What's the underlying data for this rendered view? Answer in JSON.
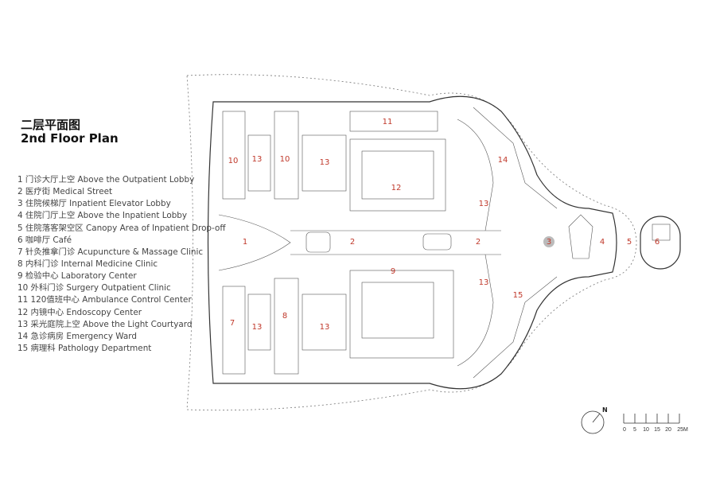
{
  "title": {
    "cn": "二层平面图",
    "en": "2nd Floor Plan"
  },
  "legend": [
    "1 门诊大厅上空 Above the Outpatient Lobby",
    "2 医疗街 Medical Street",
    "3 住院候梯厅 Inpatient Elevator Lobby",
    "4 住院门厅上空 Above the Inpatient Lobby",
    "5 住院落客架空区 Canopy Area of Inpatient Drop-off",
    "6 咖啡厅 Café",
    "7 针灸推拿门诊 Acupuncture & Massage Clinic",
    "8 内科门诊 Internal Medicine Clinic",
    "9 检验中心 Laboratory Center",
    "10 外科门诊 Surgery Outpatient Clinic",
    "11 120值班中心 Ambulance Control Center",
    "12 内镜中心 Endoscopy Center",
    "13 采光庭院上空 Above the Light Courtyard",
    "14 急诊病房 Emergency Ward",
    "15 病理科 Pathology Department"
  ],
  "plan_labels": [
    "11",
    "10",
    "13",
    "10",
    "13",
    "14",
    "12",
    "13",
    "1",
    "2",
    "2",
    "3",
    "4",
    "5",
    "6",
    "9",
    "13",
    "15",
    "7",
    "13",
    "8",
    "13"
  ],
  "north": "N",
  "scale": {
    "ticks": [
      "0",
      "5",
      "10",
      "15",
      "20",
      "25M"
    ]
  },
  "colors": {
    "label": "#c0392b",
    "line": "#555555"
  }
}
